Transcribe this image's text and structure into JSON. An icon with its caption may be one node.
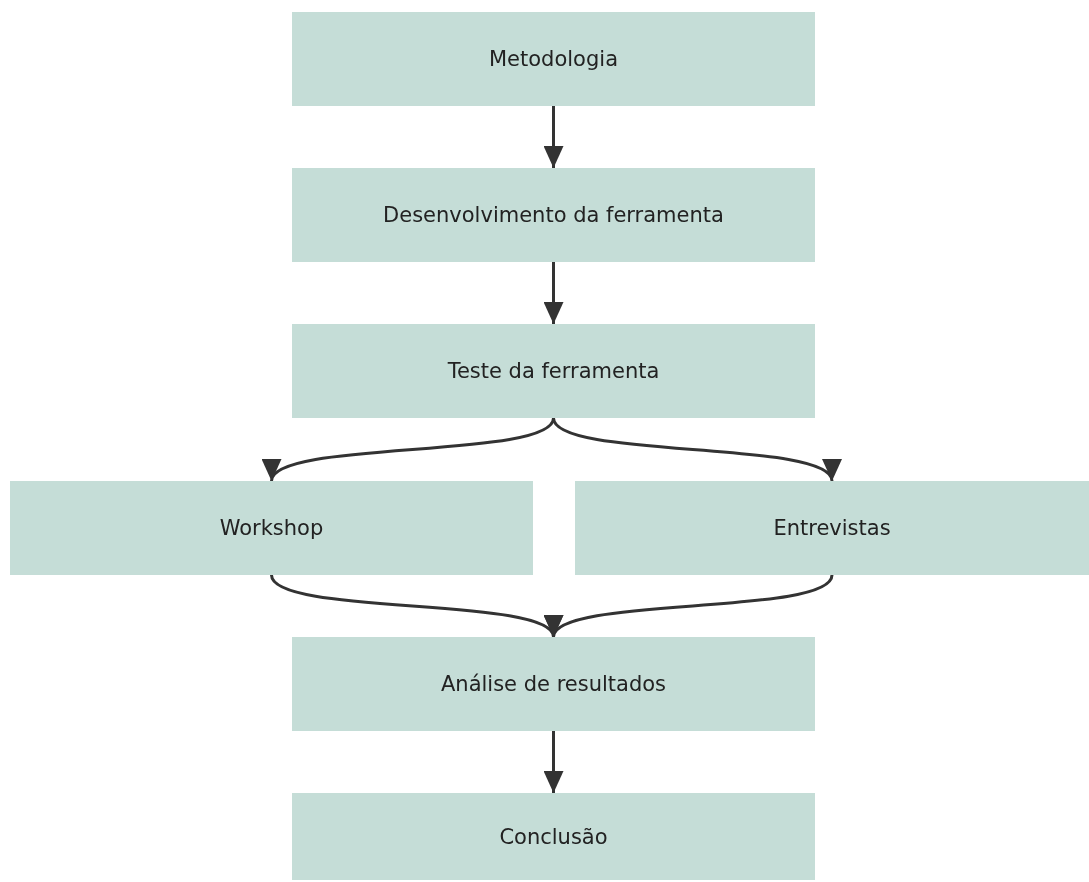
{
  "diagram": {
    "nodes": [
      {
        "text": [
          "Metodologia"
        ]
      },
      {
        "text": [
          "Desenvolvimento da ferramenta"
        ]
      },
      {
        "text": [
          "Teste da ferramenta"
        ]
      },
      {
        "text": [
          "Workshop"
        ]
      },
      {
        "text": [
          "Entrevistas"
        ]
      },
      {
        "text": [
          "Análise de resultados"
        ]
      },
      {
        "text": [
          "Conclusão"
        ]
      }
    ],
    "edges": [
      {
        "from": 0,
        "to": 1,
        "arrow": "to"
      },
      {
        "from": 1,
        "to": 2,
        "arrow": "to"
      },
      {
        "from": 2,
        "to": 3,
        "arrow": "to"
      },
      {
        "from": 2,
        "to": 4,
        "arrow": "to"
      },
      {
        "from": 3,
        "to": 5,
        "arrow": "to"
      },
      {
        "from": 4,
        "to": 5,
        "arrow": "to"
      },
      {
        "from": 5,
        "to": 6,
        "arrow": "to"
      }
    ]
  }
}
